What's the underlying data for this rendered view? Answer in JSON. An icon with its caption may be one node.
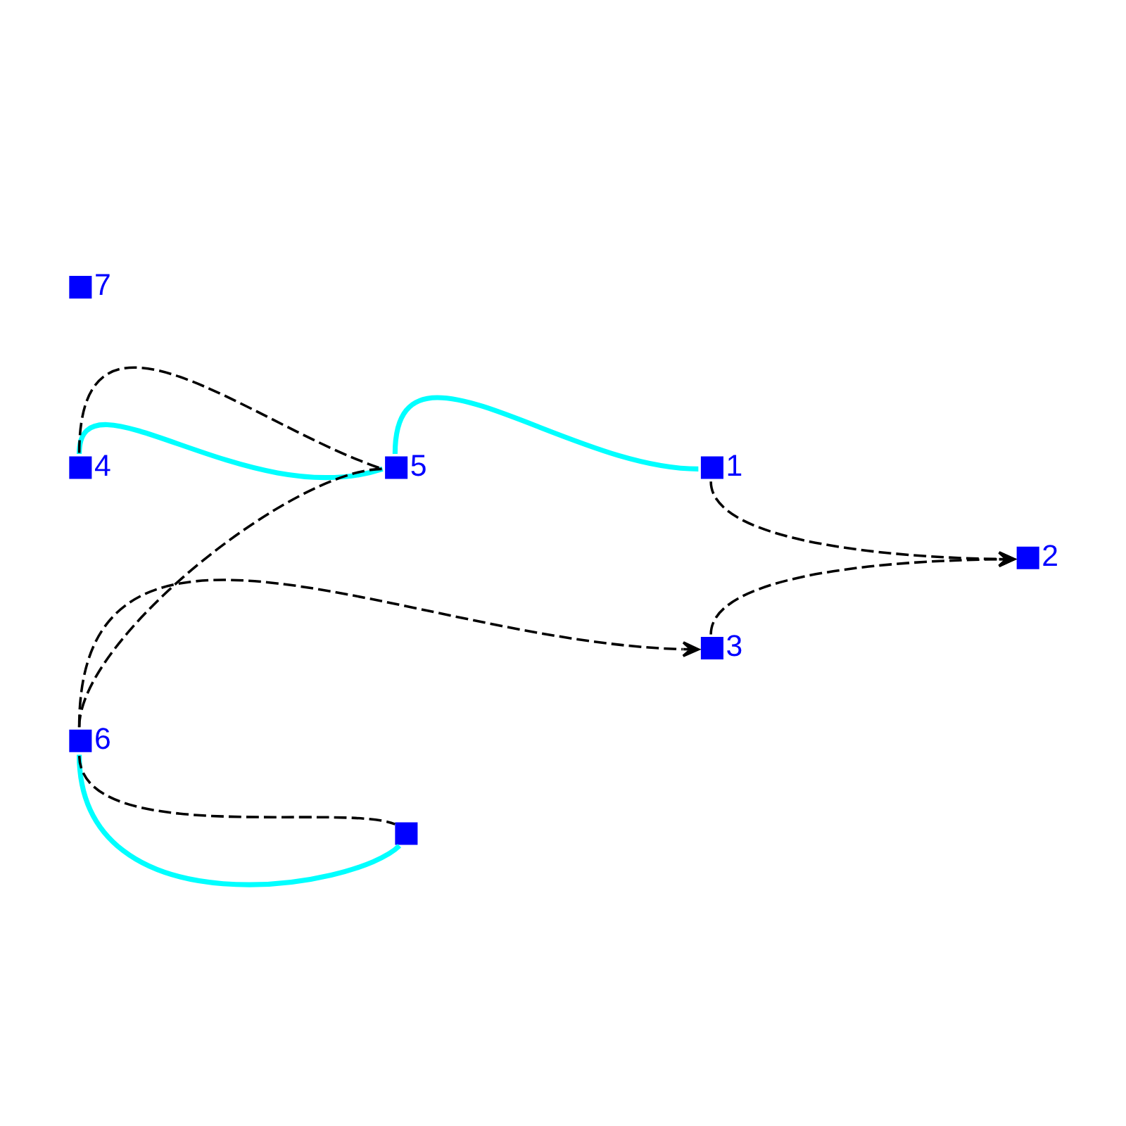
{
  "diagram": {
    "nodes": [
      {
        "text": [],
        "shape": "box",
        "beside": [
          "4"
        ]
      },
      {
        "text": [],
        "shape": "box",
        "beside": [
          "6"
        ]
      },
      {
        "text": [],
        "shape": "box",
        "beside": [
          "5"
        ]
      },
      {
        "text": [],
        "shape": "box",
        "beside": [
          "2"
        ]
      },
      {
        "text": [],
        "shape": "box",
        "beside": [
          "3"
        ]
      },
      {
        "text": [],
        "shape": "box",
        "beside": [
          "1"
        ]
      },
      {
        "text": [],
        "shape": "box"
      },
      {
        "text": [],
        "shape": "box",
        "beside": [
          "7"
        ]
      }
    ],
    "edges": [
      {
        "from": 0,
        "to": 2,
        "arrow": "none",
        "style": "thick",
        "color": "#00ffff"
      },
      {
        "from": 2,
        "to": 5,
        "arrow": "none",
        "style": "thick",
        "color": "#00ffff"
      },
      {
        "from": 1,
        "to": 6,
        "arrow": "none",
        "style": "thick",
        "color": "#00ffff"
      },
      {
        "from": 0,
        "to": 2,
        "arrow": "none",
        "style": "dashed"
      },
      {
        "from": 1,
        "to": 2,
        "arrow": "none",
        "style": "dashed"
      },
      {
        "from": 1,
        "to": 4,
        "arrow": "to",
        "style": "dashed"
      },
      {
        "from": 4,
        "to": 3,
        "arrow": "to",
        "style": "dashed"
      },
      {
        "from": 5,
        "to": 3,
        "arrow": "to",
        "style": "dashed"
      },
      {
        "from": 1,
        "to": 6,
        "arrow": "none",
        "style": "dashed"
      }
    ]
  }
}
